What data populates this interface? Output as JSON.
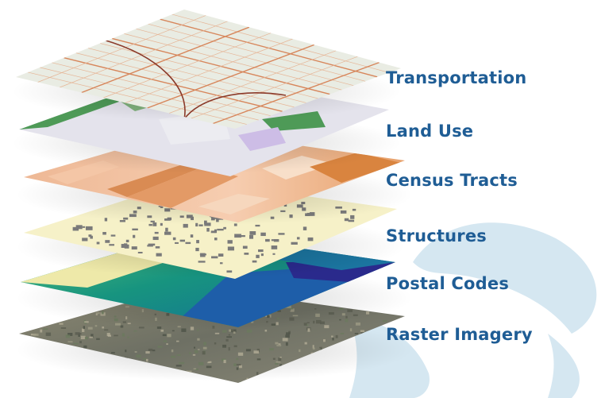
{
  "layers": [
    {
      "name": "Transportation"
    },
    {
      "name": "Land Use"
    },
    {
      "name": "Census Tracts"
    },
    {
      "name": "Structures"
    },
    {
      "name": "Postal Codes"
    },
    {
      "name": "Raster Imagery"
    }
  ],
  "colors": {
    "label_text": "#1f5d95",
    "background_swoosh": "#d5e7f1",
    "transportation_base": "#e9ece3",
    "transportation_roads": "#e0a07a",
    "land_use_base": "#e4e3ec",
    "land_use_vegetation": "#4e9a57",
    "census_light": "#f2c3a4",
    "census_dark": "#d9854c",
    "structures_base": "#f6f1c8",
    "structures_buildings": "#7a7a7a",
    "postal_teal": "#1d9a7d",
    "postal_blue": "#1f5fa8",
    "postal_navy": "#2b2b8c",
    "raster_imagery": "#7a7a66"
  }
}
